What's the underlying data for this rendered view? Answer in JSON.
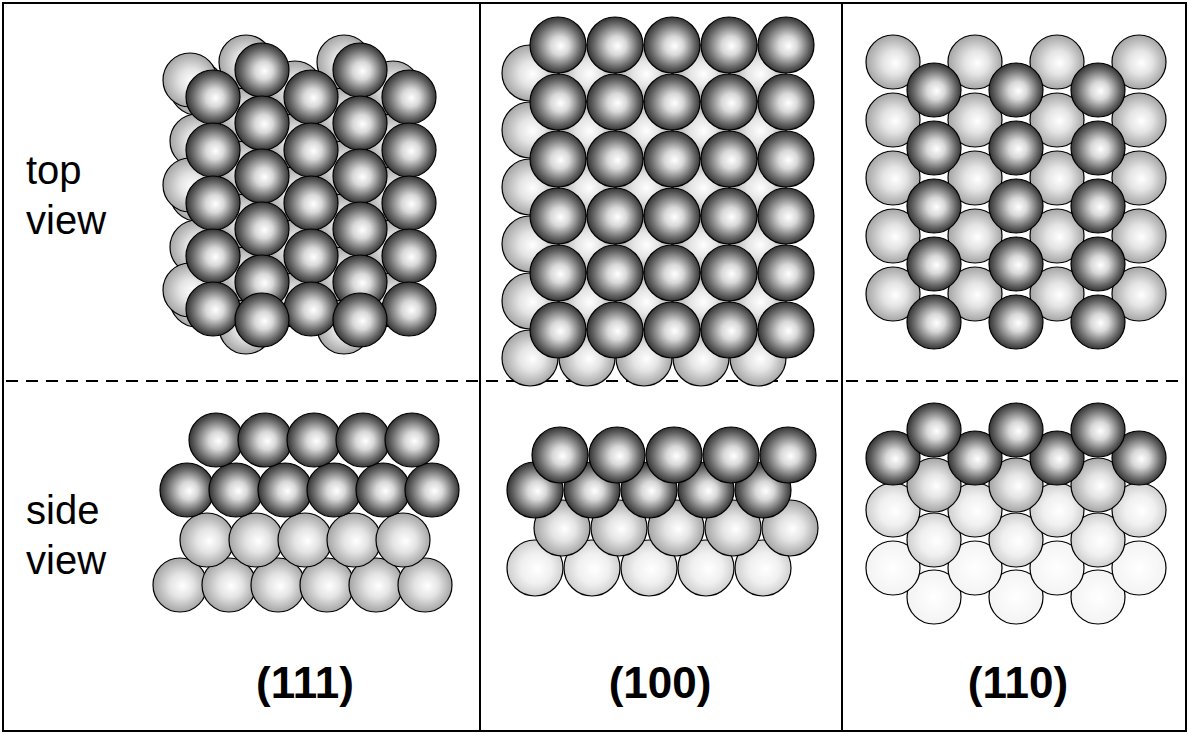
{
  "diagram": {
    "labels": [
      "top view",
      "side view",
      "(111)",
      "(100)",
      "(110)"
    ]
  }
}
